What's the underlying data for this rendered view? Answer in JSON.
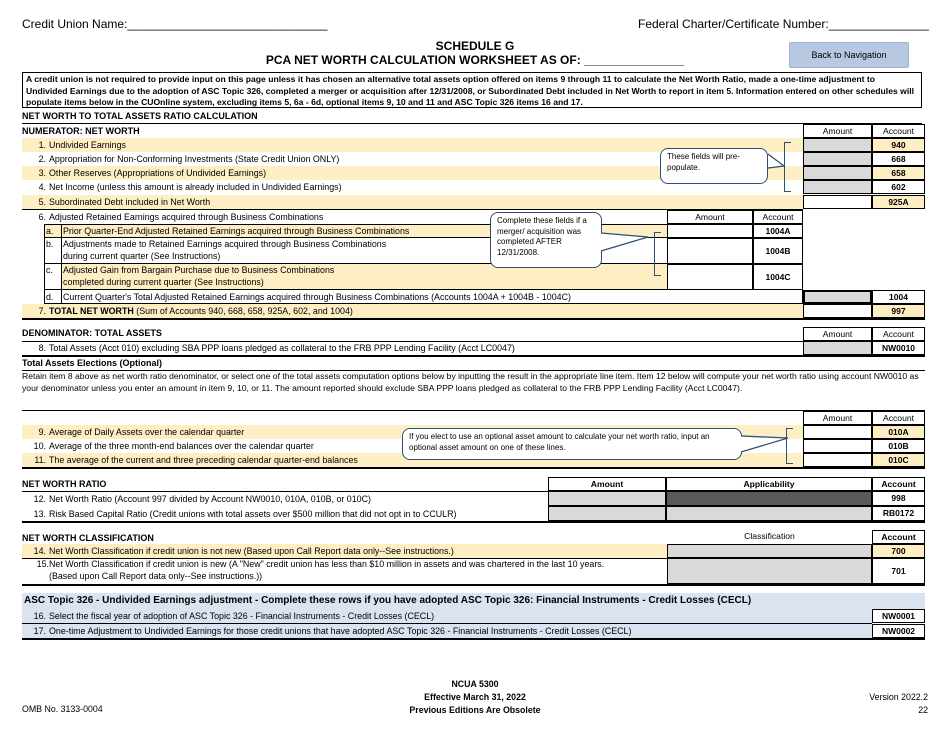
{
  "header": {
    "credit_union_name": "Credit Union Name:______________________________",
    "federal_charter": "Federal Charter/Certificate Number:_______________",
    "schedule": "SCHEDULE G",
    "worksheet_title": "PCA NET WORTH CALCULATION WORKSHEET AS OF: _______________",
    "back_button": "Back to Navigation"
  },
  "intro_text": "A credit union is not required to provide input on this page unless it has chosen an alternative total assets option offered on items 9 through 11 to calculate the Net Worth Ratio, made a one-time adjustment to Undivided Earnings due to the adoption of ASC Topic 326, completed a merger or acquisition after 12/31/2008, or Subordinated Debt included in Net Worth to report in item 5. Information entered on other schedules will populate items below in the CUOnline system, excluding items 5, 6a - 6d, optional items 9, 10 and 11 and ASC Topic 326 items 16 and 17.",
  "section_ratio": "NET WORTH TO TOTAL ASSETS RATIO CALCULATION",
  "numerator": {
    "heading": "NUMERATOR:  NET WORTH",
    "amount_header": "Amount",
    "account_header": "Account",
    "items": [
      {
        "num": "1.",
        "label": "Undivided Earnings",
        "account": "940"
      },
      {
        "num": "2.",
        "label": "Appropriation for Non-Conforming Investments (State Credit Union ONLY)",
        "account": "668"
      },
      {
        "num": "3.",
        "label": "Other Reserves (Appropriations of Undivided Earnings)",
        "account": "658"
      },
      {
        "num": "4.",
        "label": "Net Income (unless this amount is already included in Undivided Earnings)",
        "account": "602"
      },
      {
        "num": "5.",
        "label": "Subordinated Debt included in Net Worth",
        "account": "925A"
      }
    ],
    "item6": {
      "num": "6.",
      "label": "Adjusted Retained Earnings acquired through Business Combinations",
      "amount_header": "Amount",
      "account_header": "Account",
      "subs": [
        {
          "letter": "a.",
          "label": "Prior Quarter-End Adjusted Retained Earnings acquired through Business Combinations",
          "account": "1004A"
        },
        {
          "letter": "b.",
          "label": "Adjustments made to Retained Earnings acquired through Business Combinations",
          "label2": "during current quarter (See Instructions)",
          "account": "1004B"
        },
        {
          "letter": "c.",
          "label": "Adjusted Gain from Bargain Purchase due to Business Combinations",
          "label2": "completed during current quarter (See Instructions)",
          "account": "1004C"
        },
        {
          "letter": "d.",
          "label": "Current Quarter's Total Adjusted Retained Earnings acquired through Business Combinations (Accounts 1004A + 1004B - 1004C)",
          "account": "1004"
        }
      ]
    },
    "item7": {
      "num": "7.",
      "label_bold": "TOTAL NET WORTH",
      "label": " (Sum of Accounts 940, 668, 658, 925A, 602, and 1004)",
      "account": "997"
    }
  },
  "callouts": {
    "prepopulate": "These fields will pre-populate.",
    "merger": "Complete these fields if a merger/ acquisition was completed AFTER 12/31/2008.",
    "optional_asset": "If you elect to use an optional asset amount to calculate your net worth ratio, input an optional asset amount on one of these lines."
  },
  "denominator": {
    "heading": "DENOMINATOR:  TOTAL ASSETS",
    "amount_header": "Amount",
    "account_header": "Account",
    "item8": {
      "num": "8.",
      "label": "Total Assets (Acct 010) excluding SBA PPP loans pledged as collateral to the FRB PPP Lending Facility (Acct LC0047)",
      "account": "NW0010"
    }
  },
  "elections": {
    "heading": "Total Assets Elections (Optional)",
    "text": "Retain item 8 above as net worth ratio denominator, or select one of the total assets computation options below by inputting the result in the appropriate line item. Item 12 below will compute your net worth ratio using account NW0010 as your denominator unless you enter an amount in item 9, 10, or 11.  The amount reported should exclude SBA PPP loans pledged as collateral to the FRB PPP Lending Facility (Acct LC0047).",
    "amount_header": "Amount",
    "account_header": "Account",
    "items": [
      {
        "num": "9.",
        "label": "Average of Daily Assets over the calendar quarter",
        "account": "010A"
      },
      {
        "num": "10.",
        "label": "Average of the three month-end balances over the calendar quarter",
        "account": "010B"
      },
      {
        "num": "11.",
        "label": "The average of the current and three preceding calendar quarter-end balances",
        "account": "010C"
      }
    ]
  },
  "net_worth_ratio": {
    "heading": "NET WORTH RATIO",
    "amount_header": "Amount",
    "applicability_header": "Applicability",
    "account_header": "Account",
    "items": [
      {
        "num": "12.",
        "label": "Net Worth Ratio (Account 997 divided by Account NW0010, 010A, 010B, or 010C)",
        "account": "998"
      },
      {
        "num": "13.",
        "label": "Risk Based Capital Ratio (Credit unions with total assets over $500 million that did not opt in to CCULR)",
        "account": "RB0172"
      }
    ]
  },
  "classification": {
    "heading": "NET WORTH CLASSIFICATION",
    "classification_header": "Classification",
    "account_header": "Account",
    "items": [
      {
        "num": "14.",
        "label": "Net Worth Classification if credit union is not new (Based upon Call Report data only--See instructions.)",
        "account": "700"
      },
      {
        "num": "15.",
        "label": "Net Worth Classification if credit union is new (A \"New\" credit union has less than $10 million in assets and was chartered in the last 10 years.",
        "label2": "(Based upon Call Report data only--See instructions.))",
        "account": "701"
      }
    ]
  },
  "asc": {
    "heading": "ASC Topic 326 - Undivided Earnings adjustment - Complete these rows if you have adopted ASC Topic 326:  Financial Instruments - Credit Losses (CECL)",
    "items": [
      {
        "num": "16.",
        "label": "Select the fiscal year of adoption of ASC Topic 326 - Financial Instruments - Credit Losses (CECL)",
        "account": "NW0001"
      },
      {
        "num": "17.",
        "label": "One-time Adjustment to Undivided Earnings for those credit unions that have adopted ASC Topic 326 - Financial Instruments - Credit Losses (CECL)",
        "account": "NW0002"
      }
    ]
  },
  "footer": {
    "omb": "OMB No. 3133-0004",
    "form": "NCUA 5300",
    "effective": "Effective March 31, 2022",
    "obsolete": "Previous Editions Are Obsolete",
    "version": "Version 2022.2",
    "page": "22"
  }
}
